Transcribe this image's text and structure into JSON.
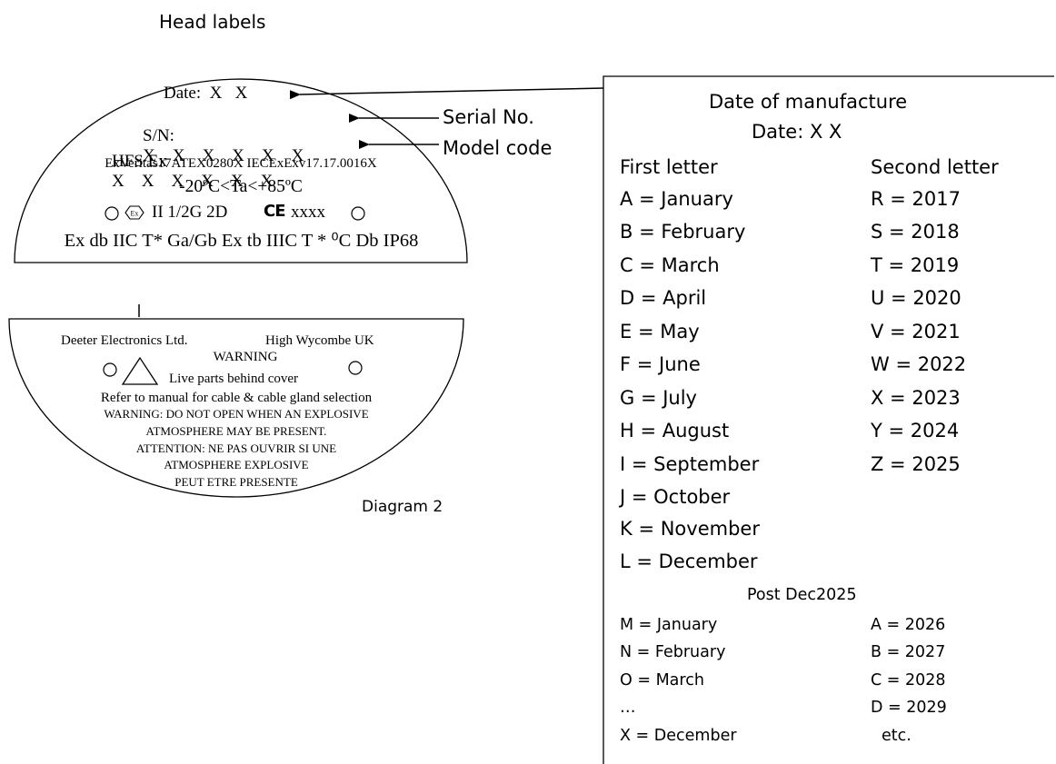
{
  "heading": "Head labels",
  "caption": "Diagram 2",
  "callouts": {
    "serial": "Serial No.",
    "model": "Model code"
  },
  "label_top": {
    "date_line": "Date:  X   X",
    "sn_prefix": "S/N:",
    "sn_x": "X    X    X    X    X    X",
    "hfs_prefix": "HFS Ex",
    "hfs_x": "X    X    X    X    X    X",
    "cert": "ExVeritas17ATEX0280X IECExExv17.17.0016X",
    "temp": "-20ºC<Ta<+85ºC",
    "ex_marking": "II 1/2G 2D",
    "ce": "CE",
    "ce_number": "xxxx",
    "protection": "Ex db IIC T* Ga/Gb Ex tb IIIC T * ⁰C Db IP68"
  },
  "label_bottom": {
    "company": "Deeter Electronics Ltd.",
    "location": "High Wycombe UK",
    "warning_title": "WARNING",
    "warning_sub": "Live parts behind cover",
    "manual": "Refer to manual for cable & cable gland selection",
    "warn_en_1": "WARNING: DO NOT OPEN WHEN AN EXPLOSIVE",
    "warn_en_2": "ATMOSPHERE MAY BE PRESENT.",
    "warn_fr_1": "ATTENTION: NE PAS OUVRIR SI UNE",
    "warn_fr_2": "ATMOSPHERE EXPLOSIVE",
    "warn_fr_3": "PEUT ETRE PRESENTE"
  },
  "date_table": {
    "title": "Date of manufacture",
    "subtitle": "Date: X X",
    "col1_header": "First letter",
    "col2_header": "Second letter",
    "rows": [
      {
        "first": "A = January",
        "second": "R = 2017"
      },
      {
        "first": "B = February",
        "second": "S = 2018"
      },
      {
        "first": "C = March",
        "second": "T = 2019"
      },
      {
        "first": "D = April",
        "second": "U = 2020"
      },
      {
        "first": "E = May",
        "second": "V = 2021"
      },
      {
        "first": "F = June",
        "second": "W = 2022"
      },
      {
        "first": "G = July",
        "second": "X = 2023"
      },
      {
        "first": "H = August",
        "second": "Y = 2024"
      },
      {
        "first": "I = September",
        "second": "Z = 2025"
      },
      {
        "first": "J = October",
        "second": ""
      },
      {
        "first": "K = November",
        "second": ""
      },
      {
        "first": "L = December",
        "second": ""
      }
    ],
    "post_heading": "Post Dec2025",
    "post_rows": [
      {
        "first": "M = January",
        "second": "A = 2026"
      },
      {
        "first": "N = February",
        "second": "B = 2027"
      },
      {
        "first": "O = March",
        "second": "C = 2028"
      },
      {
        "first": "…",
        "second": "D = 2029"
      },
      {
        "first": "X = December",
        "second": "etc."
      }
    ]
  }
}
